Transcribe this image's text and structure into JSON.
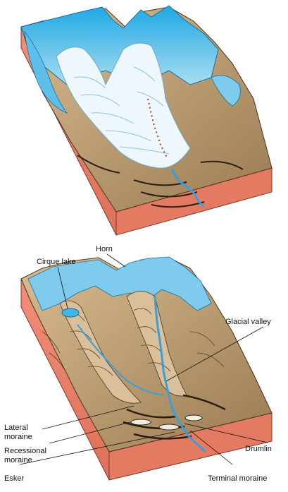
{
  "labels": {
    "horn": "Horn",
    "cirque_lake": "Cirque lake",
    "glacial_valley": "Glacial valley",
    "lateral_moraine_1": "Lateral",
    "lateral_moraine_2": "moraine",
    "recessional_moraine_1": "Recessional",
    "recessional_moraine_2": "moraine",
    "esker": "Esker",
    "drumlin": "Drumlin",
    "terminal_moraine": "Terminal moraine"
  },
  "colors": {
    "ice_blue": "#3fb6e6",
    "ice_white": "#eef7fb",
    "rock_tan": "#c9a878",
    "rock_dark": "#6b5135",
    "block_side": "#e8806a",
    "block_top": "#f29a80",
    "river": "#3a9fd8",
    "text": "#111111"
  }
}
